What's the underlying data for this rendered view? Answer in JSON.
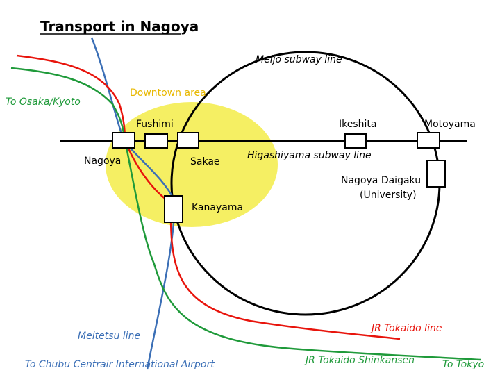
{
  "title": "Transport in Nagoya",
  "area": {
    "label": "Downtown area",
    "color": "#f2eb3c"
  },
  "stations": {
    "nagoya": "Nagoya",
    "fushimi": "Fushimi",
    "sakae": "Sakae",
    "kanayama": "Kanayama",
    "ikeshita": "Ikeshita",
    "motoyama": "Motoyama",
    "nagoya_daigaku_1": "Nagoya Daigaku",
    "nagoya_daigaku_2": "(University)"
  },
  "lines": {
    "meijo": {
      "label": "Meijo subway line",
      "color": "#000000"
    },
    "higashiyama": {
      "label": "Higashiyama subway line",
      "color": "#000000"
    },
    "jr_tokaido": {
      "label": "JR Tokaido line",
      "color": "#e8140c"
    },
    "shinkansen": {
      "label": "JR Tokaido Shinkansen",
      "color": "#1f9a3a"
    },
    "meitetsu": {
      "label": "Meitetsu line",
      "color": "#3b6fb6"
    }
  },
  "destinations": {
    "osaka_kyoto": "To Osaka/Kyoto",
    "airport": "To Chubu Centrair International Airport",
    "tokyo": "To Tokyo"
  }
}
